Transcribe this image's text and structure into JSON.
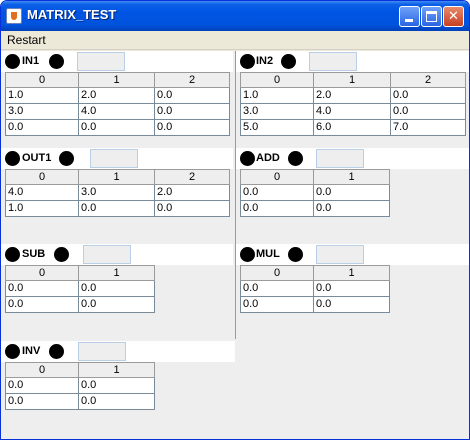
{
  "window": {
    "title": "MATRIX_TEST"
  },
  "menu": {
    "restart": "Restart"
  },
  "titlebar_buttons": {
    "close": "✕"
  },
  "panels": [
    {
      "name": "IN1",
      "columns": [
        "0",
        "1",
        "2"
      ],
      "rows": [
        [
          "1.0",
          "2.0",
          "0.0"
        ],
        [
          "3.0",
          "4.0",
          "0.0"
        ],
        [
          "0.0",
          "0.0",
          "0.0"
        ]
      ]
    },
    {
      "name": "IN2",
      "columns": [
        "0",
        "1",
        "2"
      ],
      "rows": [
        [
          "1.0",
          "2.0",
          "0.0"
        ],
        [
          "3.0",
          "4.0",
          "0.0"
        ],
        [
          "5.0",
          "6.0",
          "7.0"
        ]
      ]
    },
    {
      "name": "OUT1",
      "columns": [
        "0",
        "1",
        "2"
      ],
      "rows": [
        [
          "4.0",
          "3.0",
          "2.0"
        ],
        [
          "1.0",
          "0.0",
          "0.0"
        ]
      ]
    },
    {
      "name": "ADD",
      "columns": [
        "0",
        "1"
      ],
      "rows": [
        [
          "0.0",
          "0.0"
        ],
        [
          "0.0",
          "0.0"
        ]
      ]
    },
    {
      "name": "SUB",
      "columns": [
        "0",
        "1"
      ],
      "rows": [
        [
          "0.0",
          "0.0"
        ],
        [
          "0.0",
          "0.0"
        ]
      ]
    },
    {
      "name": "MUL",
      "columns": [
        "0",
        "1"
      ],
      "rows": [
        [
          "0.0",
          "0.0"
        ],
        [
          "0.0",
          "0.0"
        ]
      ]
    },
    {
      "name": "INV",
      "columns": [
        "0",
        "1"
      ],
      "rows": [
        [
          "0.0",
          "0.0"
        ],
        [
          "0.0",
          "0.0"
        ]
      ]
    }
  ]
}
